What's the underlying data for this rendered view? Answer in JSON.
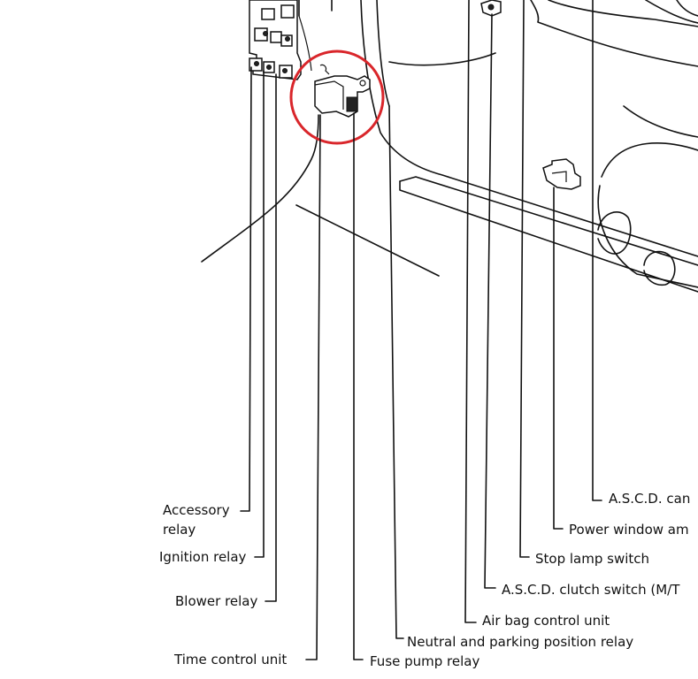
{
  "labels": {
    "accessory_relay_1": "Accessory",
    "accessory_relay_2": "relay",
    "ignition_relay": "Ignition relay",
    "blower_relay": "Blower relay",
    "time_control_unit": "Time control unit",
    "fuse_pump_relay": "Fuse pump relay",
    "neutral_parking_relay": "Neutral and parking position relay",
    "air_bag_control_unit": "Air bag control unit",
    "ascd_clutch_switch": "A.S.C.D. clutch switch (M/T",
    "stop_lamp_switch": "Stop lamp switch",
    "power_window_amp": "Power window am",
    "ascd_cancel": "A.S.C.D. can"
  },
  "colors": {
    "line": "#111111",
    "highlight": "#d9262b",
    "background": "#ffffff"
  }
}
